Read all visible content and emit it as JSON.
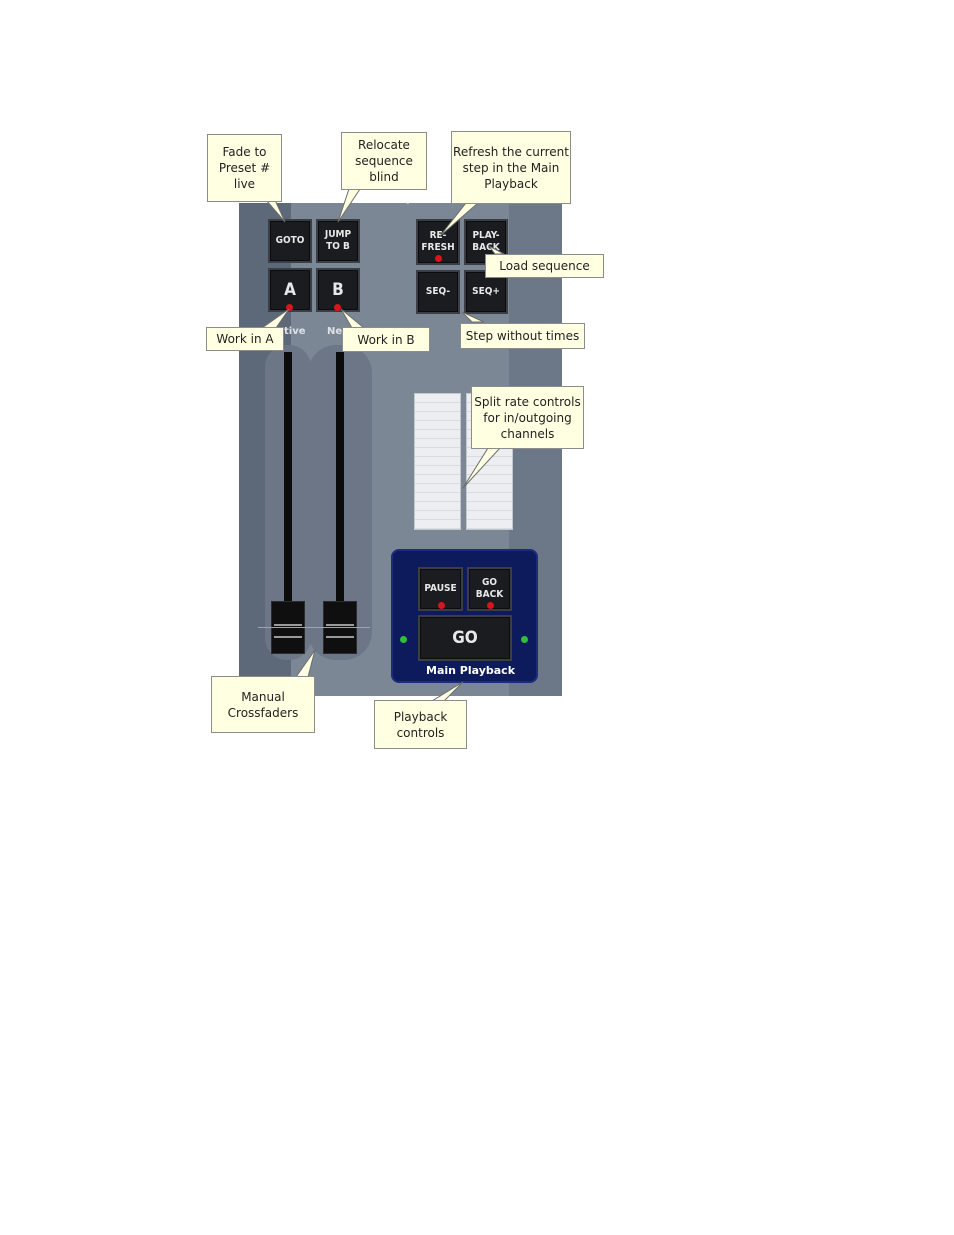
{
  "panel": {
    "title_top": "Main Playback",
    "title_bottom": "Main Playback",
    "lane_labels": {
      "a": "tive",
      "b": "Ne"
    }
  },
  "buttons": {
    "goto": "GOTO",
    "jump_to_b": "JUMP\nTO B",
    "refresh": "RE-\nFRESH",
    "playback": "PLAY-\nBACK",
    "a": "A",
    "b": "B",
    "seq_minus": "SEQ-",
    "seq_plus": "SEQ+",
    "pause": "PAUSE",
    "go_back": "GO\nBACK",
    "go": "GO"
  },
  "callouts": {
    "fade_to_preset": "Fade to\nPreset #\nlive",
    "relocate_sequence": "Relocate\nsequence\nblind",
    "refresh_step": "Refresh the current\nstep in the Main\nPlayback",
    "load_sequence": "Load sequence",
    "work_in_a": "Work in A",
    "work_in_b": "Work in B",
    "step_without_times": "Step without times",
    "split_rate": "Split rate controls\nfor in/outgoing\nchannels",
    "manual_crossfaders": "Manual\nCrossfaders",
    "playback_controls": "Playback\ncontrols"
  },
  "colors": {
    "panel": "#7c8796",
    "playback_box": "#0d1a5c",
    "callout_bg": "#ffffe1",
    "led_red": "#d9141b",
    "led_green": "#2fbf3a"
  },
  "icons": [
    "status-led"
  ]
}
